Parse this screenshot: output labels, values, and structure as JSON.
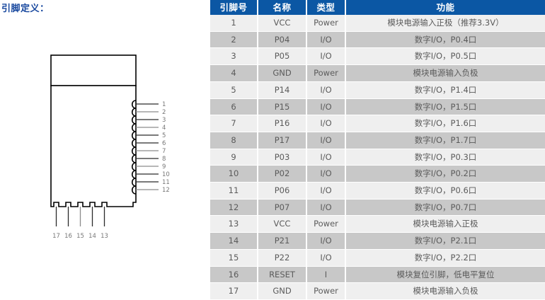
{
  "title": "引脚定义：",
  "colors": {
    "header_bg": "#0B57A4",
    "header_text": "#FFFFFF",
    "row_odd_bg": "#EFEFEF",
    "row_even_bg": "#C8C8C8",
    "cell_text": "#5B5B5B",
    "title_text": "#17479E",
    "outline": "#000000",
    "lead_dark": "#333333",
    "lead_light": "#8C8C8C",
    "pin_label": "#777777"
  },
  "diagram": {
    "name": "module-pinout-diagram",
    "right_pin_labels": [
      "1",
      "2",
      "3",
      "4",
      "5",
      "6",
      "7",
      "8",
      "9",
      "10",
      "11",
      "12"
    ],
    "bottom_pin_labels": [
      "17",
      "16",
      "15",
      "14",
      "13"
    ]
  },
  "table": {
    "headers": [
      "引脚号",
      "名称",
      "类型",
      "功能"
    ],
    "rows": [
      {
        "num": "1",
        "name": "VCC",
        "type": "Power",
        "func": "模块电源输入正极（推荐3.3V）"
      },
      {
        "num": "2",
        "name": "P04",
        "type": "I/O",
        "func": "数字I/O，P0.4口"
      },
      {
        "num": "3",
        "name": "P05",
        "type": "I/O",
        "func": "数字I/O，P0.5口"
      },
      {
        "num": "4",
        "name": "GND",
        "type": "Power",
        "func": "模块电源输入负极"
      },
      {
        "num": "5",
        "name": "P14",
        "type": "I/O",
        "func": "数字I/O，P1.4口"
      },
      {
        "num": "6",
        "name": "P15",
        "type": "I/O",
        "func": "数字I/O，P1.5口"
      },
      {
        "num": "7",
        "name": "P16",
        "type": "I/O",
        "func": "数字I/O，P1.6口"
      },
      {
        "num": "8",
        "name": "P17",
        "type": "I/O",
        "func": "数字I/O，P1.7口"
      },
      {
        "num": "9",
        "name": "P03",
        "type": "I/O",
        "func": "数字I/O，P0.3口"
      },
      {
        "num": "10",
        "name": "P02",
        "type": "I/O",
        "func": "数字I/O，P0.2口"
      },
      {
        "num": "11",
        "name": "P06",
        "type": "I/O",
        "func": "数字I/O，P0.6口"
      },
      {
        "num": "12",
        "name": "P07",
        "type": "I/O",
        "func": "数字I/O，P0.7口"
      },
      {
        "num": "13",
        "name": "VCC",
        "type": "Power",
        "func": "模块电源输入正极"
      },
      {
        "num": "14",
        "name": "P21",
        "type": "I/O",
        "func": "数字I/O，P2.1口"
      },
      {
        "num": "15",
        "name": "P22",
        "type": "I/O",
        "func": "数字I/O，P2.2口"
      },
      {
        "num": "16",
        "name": "RESET",
        "type": "I",
        "func": "模块复位引脚，低电平复位"
      },
      {
        "num": "17",
        "name": "GND",
        "type": "Power",
        "func": "模块电源输入负极"
      }
    ]
  }
}
